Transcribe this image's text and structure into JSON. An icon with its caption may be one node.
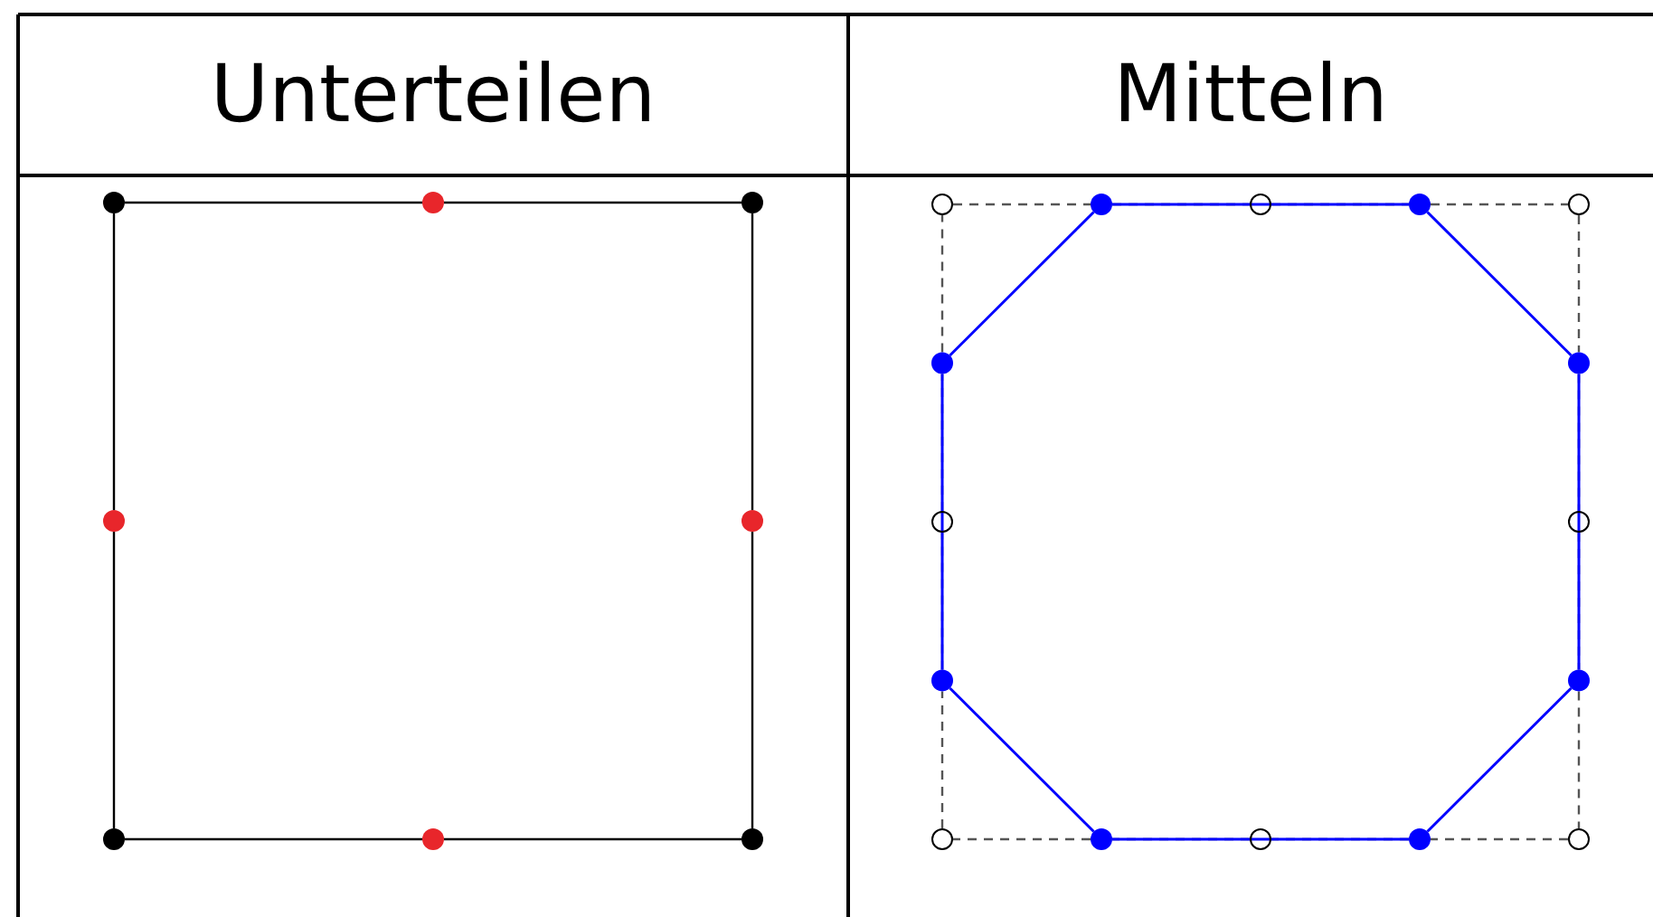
{
  "diagram": {
    "nodes": [
      {
        "text": [],
        "shape": "circle"
      },
      {
        "text": [],
        "shape": "circle"
      },
      {
        "text": [],
        "shape": "circle"
      },
      {
        "text": [],
        "shape": "circle"
      },
      {
        "text": [],
        "shape": "circle"
      },
      {
        "text": [],
        "shape": "circle"
      },
      {
        "text": [],
        "shape": "circle"
      },
      {
        "text": [],
        "shape": "circle"
      },
      {
        "text": [],
        "shape": "circle"
      },
      {
        "text": [],
        "shape": "circle"
      },
      {
        "text": [],
        "shape": "circle"
      },
      {
        "text": [],
        "shape": "circle"
      },
      {
        "text": [],
        "shape": "circle"
      },
      {
        "text": [],
        "shape": "circle"
      },
      {
        "text": [],
        "shape": "circle"
      },
      {
        "text": [],
        "shape": "circle"
      },
      {
        "text": [],
        "shape": "circle"
      },
      {
        "text": [],
        "shape": "circle"
      },
      {
        "text": [],
        "shape": "circle"
      },
      {
        "text": [],
        "shape": "circle"
      },
      {
        "text": [],
        "shape": "circle"
      },
      {
        "text": [],
        "shape": "circle"
      },
      {
        "text": [],
        "shape": "circle"
      },
      {
        "text": [],
        "shape": "circle"
      }
    ],
    "edges": [
      {
        "from": 0,
        "to": 1,
        "arrow": "none"
      },
      {
        "from": 1,
        "to": 2,
        "arrow": "none"
      },
      {
        "from": 2,
        "to": 4,
        "arrow": "none"
      },
      {
        "from": 4,
        "to": 7,
        "arrow": "none"
      },
      {
        "from": 7,
        "to": 6,
        "arrow": "none"
      },
      {
        "from": 6,
        "to": 5,
        "arrow": "none"
      },
      {
        "from": 5,
        "to": 3,
        "arrow": "none"
      },
      {
        "from": 3,
        "to": 0,
        "arrow": "none"
      },
      {
        "from": 8,
        "to": 9,
        "arrow": "none",
        "style": "dashed"
      },
      {
        "from": 9,
        "to": 10,
        "arrow": "none",
        "style": "dashed"
      },
      {
        "from": 10,
        "to": 11,
        "arrow": "none",
        "style": "dashed"
      },
      {
        "from": 11,
        "to": 12,
        "arrow": "none",
        "style": "dashed"
      },
      {
        "from": 12,
        "to": 14,
        "arrow": "none",
        "style": "dashed"
      },
      {
        "from": 14,
        "to": 16,
        "arrow": "none",
        "style": "dashed"
      },
      {
        "from": 16,
        "to": 18,
        "arrow": "none",
        "style": "dashed"
      },
      {
        "from": 18,
        "to": 23,
        "arrow": "none",
        "style": "dashed"
      },
      {
        "from": 23,
        "to": 22,
        "arrow": "none",
        "style": "dashed"
      },
      {
        "from": 22,
        "to": 21,
        "arrow": "none",
        "style": "dashed"
      },
      {
        "from": 21,
        "to": 20,
        "arrow": "none",
        "style": "dashed"
      },
      {
        "from": 20,
        "to": 19,
        "arrow": "none",
        "style": "dashed"
      },
      {
        "from": 19,
        "to": 17,
        "arrow": "none",
        "style": "dashed"
      },
      {
        "from": 17,
        "to": 15,
        "arrow": "none",
        "style": "dashed"
      },
      {
        "from": 15,
        "to": 13,
        "arrow": "none",
        "style": "dashed"
      },
      {
        "from": 13,
        "to": 8,
        "arrow": "none",
        "style": "dashed"
      },
      {
        "from": 9,
        "to": 11,
        "arrow": "none",
        "color": "#0000ff"
      },
      {
        "from": 11,
        "to": 14,
        "arrow": "none",
        "color": "#0000ff"
      },
      {
        "from": 14,
        "to": 18,
        "arrow": "none",
        "color": "#0000ff"
      },
      {
        "from": 18,
        "to": 22,
        "arrow": "none",
        "color": "#0000ff"
      },
      {
        "from": 22,
        "to": 20,
        "arrow": "none",
        "color": "#0000ff"
      },
      {
        "from": 20,
        "to": 17,
        "arrow": "none",
        "color": "#0000ff"
      },
      {
        "from": 17,
        "to": 13,
        "arrow": "none",
        "color": "#0000ff"
      },
      {
        "from": 13,
        "to": 9,
        "arrow": "none",
        "color": "#0000ff"
      }
    ],
    "labels": [
      "Unterteilen",
      "Mitteln"
    ]
  }
}
